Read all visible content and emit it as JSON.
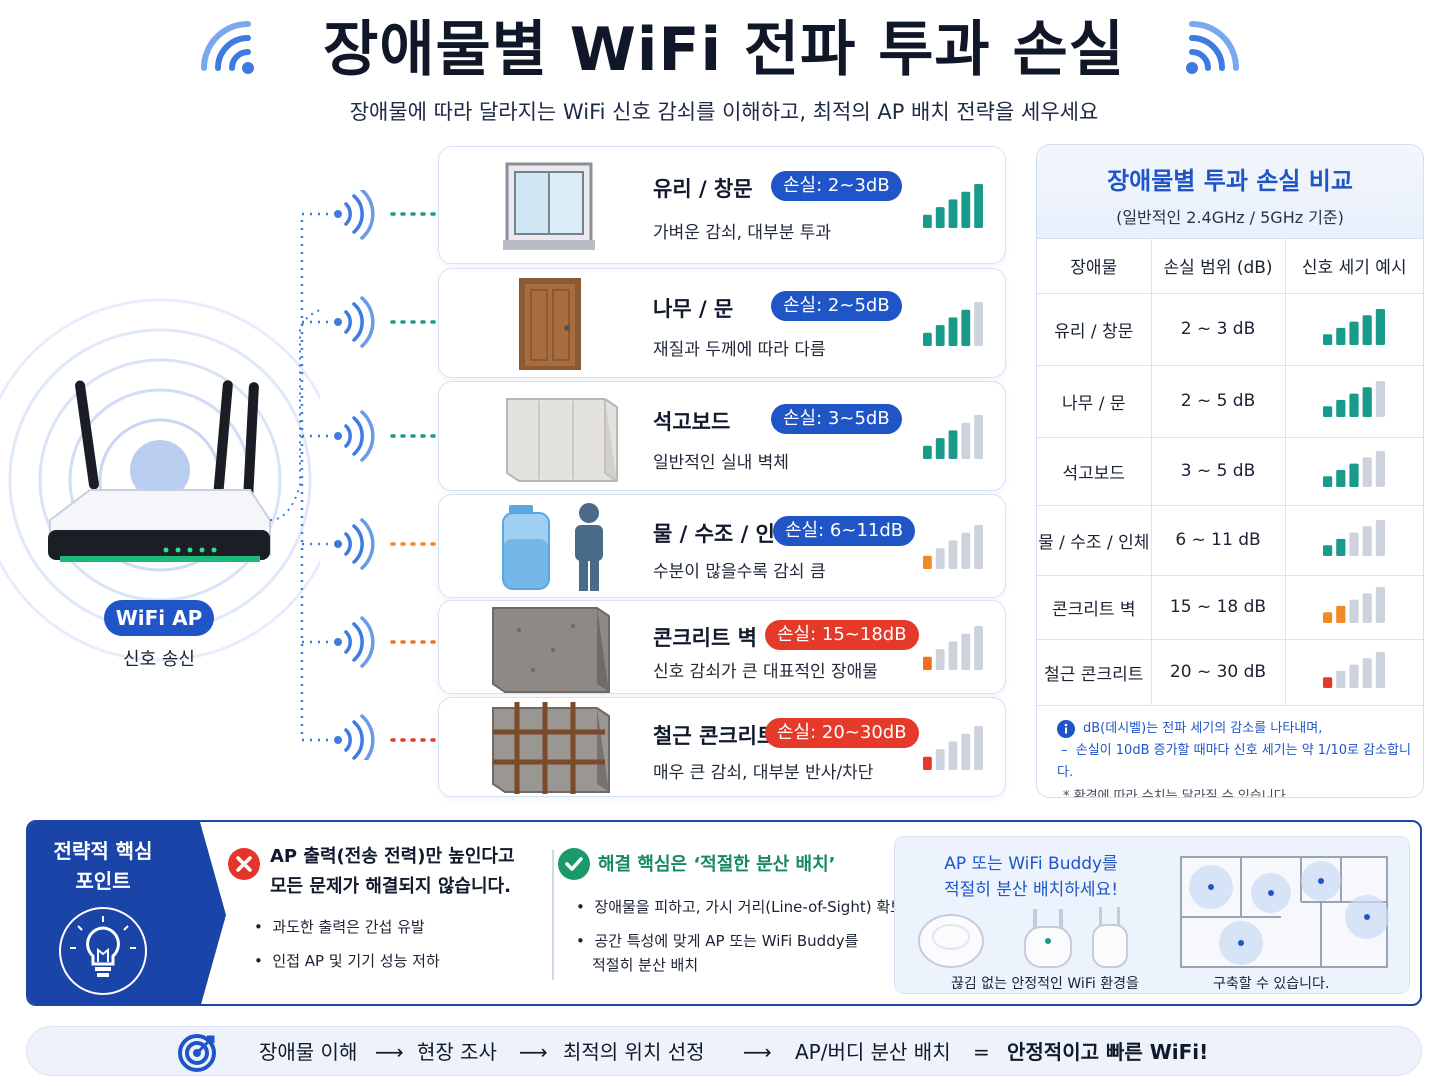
{
  "header": {
    "title": "장애물별 WiFi 전파 투과 손실",
    "subtitle": "장애물에 따라 달라지는 WiFi 신호 감쇠를 이해하고, 최적의 AP 배치 전략을 세우세요"
  },
  "router": {
    "badge": "WiFi AP",
    "caption": "신호 송신"
  },
  "obstacles": [
    {
      "name": "유리 / 창문",
      "loss": "손실: 2~3dB",
      "desc": "가벼운 감쇠, 대부분 투과",
      "level": 5,
      "color": "#1a9a8a"
    },
    {
      "name": "나무 / 문",
      "loss": "손실: 2~5dB",
      "desc": "재질과 두께에 따라 다름",
      "level": 4,
      "color": "#1a9a8a"
    },
    {
      "name": "석고보드",
      "loss": "손실: 3~5dB",
      "desc": "일반적인 실내 벽체",
      "level": 3,
      "color": "#1a9a8a"
    },
    {
      "name": "물 / 수조 / 인체",
      "loss": "손실: 6~11dB",
      "desc": "수분이 많을수록 감쇠 큼",
      "level": 1,
      "color": "#f08a24"
    },
    {
      "name": "콘크리트 벽",
      "loss": "손실: 15~18dB",
      "desc": "신호 감쇠가 큰 대표적인 장애물",
      "level": 1,
      "color": "#f07020"
    },
    {
      "name": "철근 콘크리트",
      "loss": "손실: 20~30dB",
      "desc": "매우 큰 감쇠, 대부분 반사/차단",
      "level": 1,
      "color": "#e53a2a"
    }
  ],
  "table": {
    "title": "장애물별 투과 손실 비교",
    "subtitle": "(일반적인 2.4GHz / 5GHz 기준)",
    "headers": [
      "장애물",
      "손실 범위 (dB)",
      "신호 세기 예시"
    ],
    "rows": [
      {
        "name": "유리 / 창문",
        "range": "2 ~ 3 dB",
        "level": 5,
        "color": "#1a9a8a"
      },
      {
        "name": "나무 / 문",
        "range": "2 ~ 5 dB",
        "level": 4,
        "color": "#1a9a8a"
      },
      {
        "name": "석고보드",
        "range": "3 ~ 5 dB",
        "level": 3,
        "color": "#1a9a8a"
      },
      {
        "name": "물 / 수조 / 인체",
        "range": "6 ~ 11 dB",
        "level": 2,
        "color": "#1a9a8a"
      },
      {
        "name": "콘크리트 벽",
        "range": "15 ~ 18 dB",
        "level": 2,
        "color": "#f08a24"
      },
      {
        "name": "철근 콘크리트",
        "range": "20 ~ 30 dB",
        "level": 1,
        "color": "#e53a2a"
      }
    ],
    "note1": "dB(데시벨)는 전파 세기의 감소를 나타내며,",
    "note2": "손실이 10dB 증가할 때마다 신호 세기는 약 1/10로 감소합니다.",
    "note3": "* 환경에 따라 수치는 달라질 수 있습니다."
  },
  "strategy": {
    "title_line1": "전략적 핵심",
    "title_line2": "포인트",
    "wrong_head_1": "AP 출력(전송 전력)만 높인다고",
    "wrong_head_2": "모든 문제가 해결되지 않습니다.",
    "wrong_items": [
      "과도한 출력은 간섭 유발",
      "인접 AP 및 기기 성능 저하"
    ],
    "right_head": "해결 핵심은 ‘적절한 분산 배치’",
    "right_items": [
      "장애물을 피하고, 가시 거리(Line-of-Sight) 확보",
      "공간 특성에 맞게 AP 또는 WiFi Buddy를",
      "적절히 분산 배치"
    ],
    "buddy_title_1": "AP 또는 WiFi Buddy를",
    "buddy_title_2": "적절히 분산 배치하세요!",
    "buddy_foot_1": "끊김 없는 안정적인 WiFi 환경을",
    "buddy_foot_2": "구축할 수 있습니다."
  },
  "flow": {
    "step1": "장애물 이해",
    "step2": "현장 조사",
    "step3": "최적의  위치  선정",
    "step4": "AP/버디 분산 배치",
    "eq": "=",
    "result": "안정적이고 빠른 WiFi!",
    "arrow": "⟶"
  }
}
